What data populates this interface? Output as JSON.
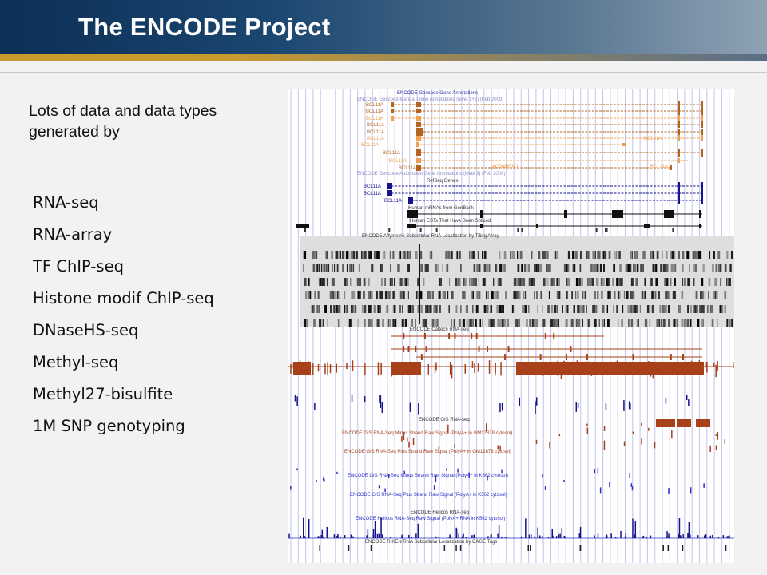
{
  "header": {
    "title": "The ENCODE Project"
  },
  "intro": {
    "text": "Lots of data and data types generated by"
  },
  "data_types": [
    "RNA-seq",
    "RNA-array",
    "TF ChIP-seq",
    "Histone modif ChIP-seq",
    "DNaseHS-seq",
    "Methyl-seq",
    "Methyl27-bisulfite",
    "1M SNP genotyping"
  ],
  "colors": {
    "header_dark": "#0c2f55",
    "gold_bar": "#c99a2e",
    "gencode_orange": "#b5641d",
    "gencode_light": "#f0a050",
    "refseq_navy": "#14148c",
    "caltech_rust": "#a8401a",
    "gis_blue": "#3030c8"
  },
  "genome_browser": {
    "gene_label": "BCL11A",
    "track_labels": {
      "gencode_title": "ENCODE Gencode Gene Annotations",
      "gencode_manual": "ENCODE Gencode Manual Gene Annotations (level 1+2) (Feb 2009)",
      "gencode_automated": "ENCODE Gencode Automated Gene Annotations (level 3) (Feb 2009)",
      "accession": "AC009970.1",
      "refseq": "RefSeq Genes",
      "mrna": "Human mRNAs from GenBank",
      "est": "Human ESTs That Have Been Spliced",
      "affy": "ENCODE Affymetrix Subcellular RNA Localization by Tiling Array",
      "caltech": "ENCODE Caltech RNA-seq",
      "gis": "ENCODE GIS RNA-seq",
      "gis_minus_gm": "ENCODE GIS RNA-Seq Minus Strand Raw Signal (PolyA+ in GM12878 cytosol)",
      "gis_plus_gm": "ENCODE GIS RNA-Seq Plus Strand Raw Signal (PolyA+ in GM12878 cytosol)",
      "gis_minus_k": "ENCODE GIS RNA-Seq Minus Strand Raw Signal (PolyA+ in K562 cytosol)",
      "gis_plus_k": "ENCODE GIS RNA-Seq Plus Strand Raw Signal (PolyA+ in K562 cytosol)",
      "helicos": "ENCODE Helicos RNA-seq",
      "helicos_signal": "ENCODE Helicos RNA-Seq Raw Signal (PolyA+ RNA in K562 cytosol)",
      "riken": "ENCODE RIKEN RNA Subcellular Localization by CAGE Tags"
    }
  }
}
